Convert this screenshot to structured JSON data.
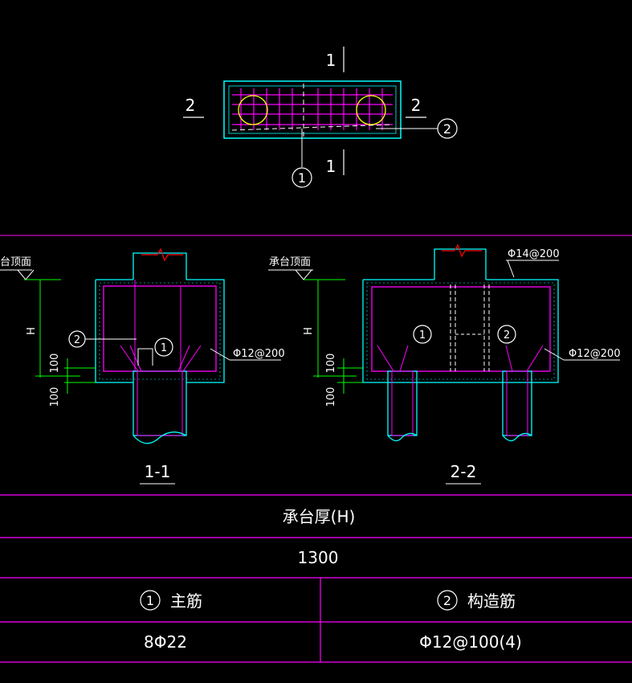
{
  "plan": {
    "section_mark_1_top": "1",
    "section_mark_1_bottom": "1",
    "section_mark_2_left": "2",
    "section_mark_2_right": "2",
    "callout_1": "1",
    "callout_2": "2"
  },
  "section_1": {
    "title": "1-1",
    "top_label": "台顶面",
    "dim_h": "H",
    "dim_100_upper": "100",
    "dim_100_lower": "100",
    "callout_1": "1",
    "callout_2": "2",
    "rebar_label": "Φ12@200"
  },
  "section_2": {
    "title": "2-2",
    "top_label": "承台顶面",
    "dim_h": "H",
    "dim_100_upper": "100",
    "dim_100_lower": "100",
    "callout_1": "1",
    "callout_2": "2",
    "rebar_top_label": "Φ14@200",
    "rebar_side_label": "Φ12@200"
  },
  "table": {
    "header": "承台厚(H)",
    "thickness": "1300",
    "col1_num": "1",
    "col1_name": "主筋",
    "col2_num": "2",
    "col2_name": "构造筋",
    "col1_value": "8Φ22",
    "col2_value": "Φ12@100(4)"
  },
  "colors": {
    "background": "#000000",
    "outline": "#00ffff",
    "rebar": "#ff00ff",
    "dimension": "#00ff00",
    "text": "#ffffff",
    "cut_line": "#ff0000",
    "pile_circle": "#ffff00"
  }
}
